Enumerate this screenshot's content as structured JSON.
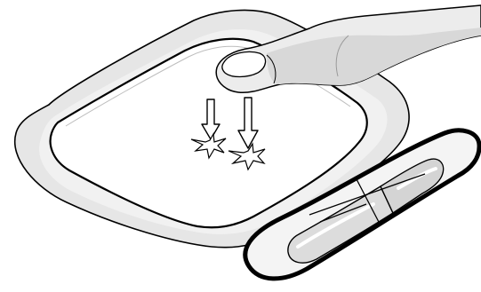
{
  "illustration": {
    "subject": "touchpad-double-tap",
    "gesture": "double-tap",
    "tap_count": 2,
    "colors": {
      "outline": "#000000",
      "bezel_fill": "#e6e6e6",
      "surface_fill": "#ffffff",
      "finger_fill": "#ececec",
      "finger_shadow": "#cfcfcf",
      "button_inner_fill": "#dcdcdc",
      "button_inner_light": "#d4d4d4",
      "button_bezel_fill": "#f4f4f4",
      "background": "#ffffff"
    },
    "icons": {
      "finger": "finger-icon",
      "tap_arrow": "down-arrow-icon",
      "tap_burst": "starburst-icon"
    }
  }
}
